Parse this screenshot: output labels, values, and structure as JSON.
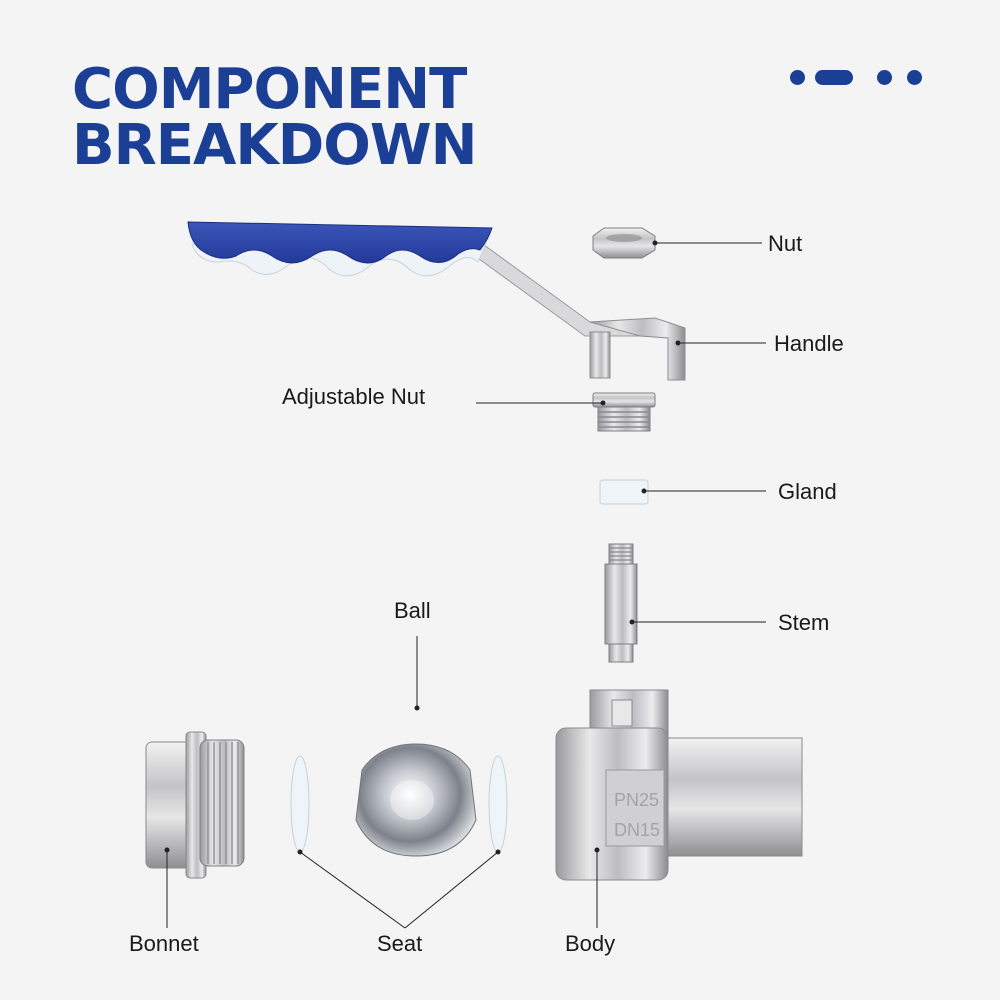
{
  "header": {
    "title_line1": "COMPONENT",
    "title_line2": "BREAKDOWN"
  },
  "decor": {
    "dots_icon": "pagination-dots-icon",
    "accent": "#1b3f95"
  },
  "labels": {
    "nut": "Nut",
    "handle": "Handle",
    "adjustable_nut": "Adjustable Nut",
    "gland": "Gland",
    "stem": "Stem",
    "ball": "Ball",
    "bonnet": "Bonnet",
    "seat": "Seat",
    "body": "Body"
  },
  "body_markings": {
    "line1": "PN25",
    "line2": "DN15"
  },
  "colors": {
    "handle_grip": "#2f49a8",
    "metal": "#c9c9cb",
    "ptfe": "#eef4f8"
  }
}
